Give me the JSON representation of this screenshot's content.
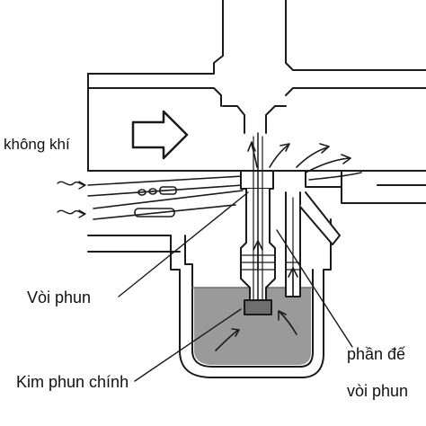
{
  "labels": {
    "air": "không khí",
    "jet": "Vòi phun",
    "main_needle": "Kim phun chính",
    "jet_base_line1": "phần đế",
    "jet_base_line2": "vòi phun"
  },
  "colors": {
    "ink": "#1a1a1a",
    "fuel": "#9a9a9a",
    "fuel_dark": "#6e6e6e",
    "background": "#ffffff"
  },
  "icons": [
    "airflow-arrow-icon",
    "fuel-flow-arrow-icon"
  ]
}
